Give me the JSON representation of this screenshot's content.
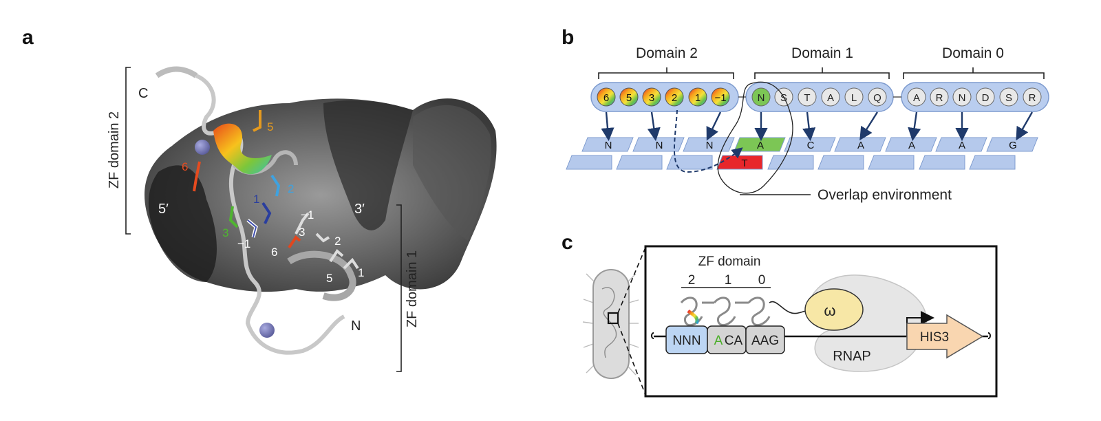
{
  "panels": {
    "a": "a",
    "b": "b",
    "c": "c"
  },
  "panel_a": {
    "bracket_top": "ZF domain 2",
    "bracket_bottom": "ZF domain 1",
    "dna_5prime": "5′",
    "dna_3prime": "3′",
    "terminus_c": "C",
    "terminus_n": "N",
    "d2_positions": [
      "6",
      "5",
      "3",
      "2",
      "1",
      "−1"
    ],
    "d1_positions": [
      "−1",
      "3",
      "2",
      "6",
      "5",
      "1"
    ]
  },
  "panel_b": {
    "domains": [
      "Domain 2",
      "Domain 1",
      "Domain 0"
    ],
    "domain2_positions": [
      "6",
      "5",
      "3",
      "2",
      "1",
      "−1"
    ],
    "domain1_residues": [
      "N",
      "S",
      "T",
      "A",
      "L",
      "Q"
    ],
    "domain0_residues": [
      "A",
      "R",
      "N",
      "D",
      "S",
      "R"
    ],
    "top_strand": [
      "N",
      "N",
      "N",
      "A",
      "C",
      "A",
      "A",
      "A",
      "G"
    ],
    "bottom_highlight": "T",
    "overlap_label": "Overlap environment",
    "colors": {
      "pill": "#b9cdef",
      "tile": "#b5c9ec",
      "green": "#7cc655",
      "red": "#e8262b",
      "arrow": "#1f3a6b"
    }
  },
  "panel_c": {
    "zf_title": "ZF domain",
    "zf_numbers": [
      "2",
      "1",
      "0"
    ],
    "omega": "ω",
    "rnap": "RNAP",
    "his3": "HIS3",
    "site": {
      "nnn": "NNN",
      "aca_first": "A",
      "aca_rest": "CA",
      "aag": "AAG"
    },
    "colors": {
      "nnn": "#bcd5f3",
      "aca": "#d4d4d4",
      "omega": "#f7e7a6",
      "his3": "#f9d6b0",
      "green_letter": "#4caf2a"
    }
  }
}
